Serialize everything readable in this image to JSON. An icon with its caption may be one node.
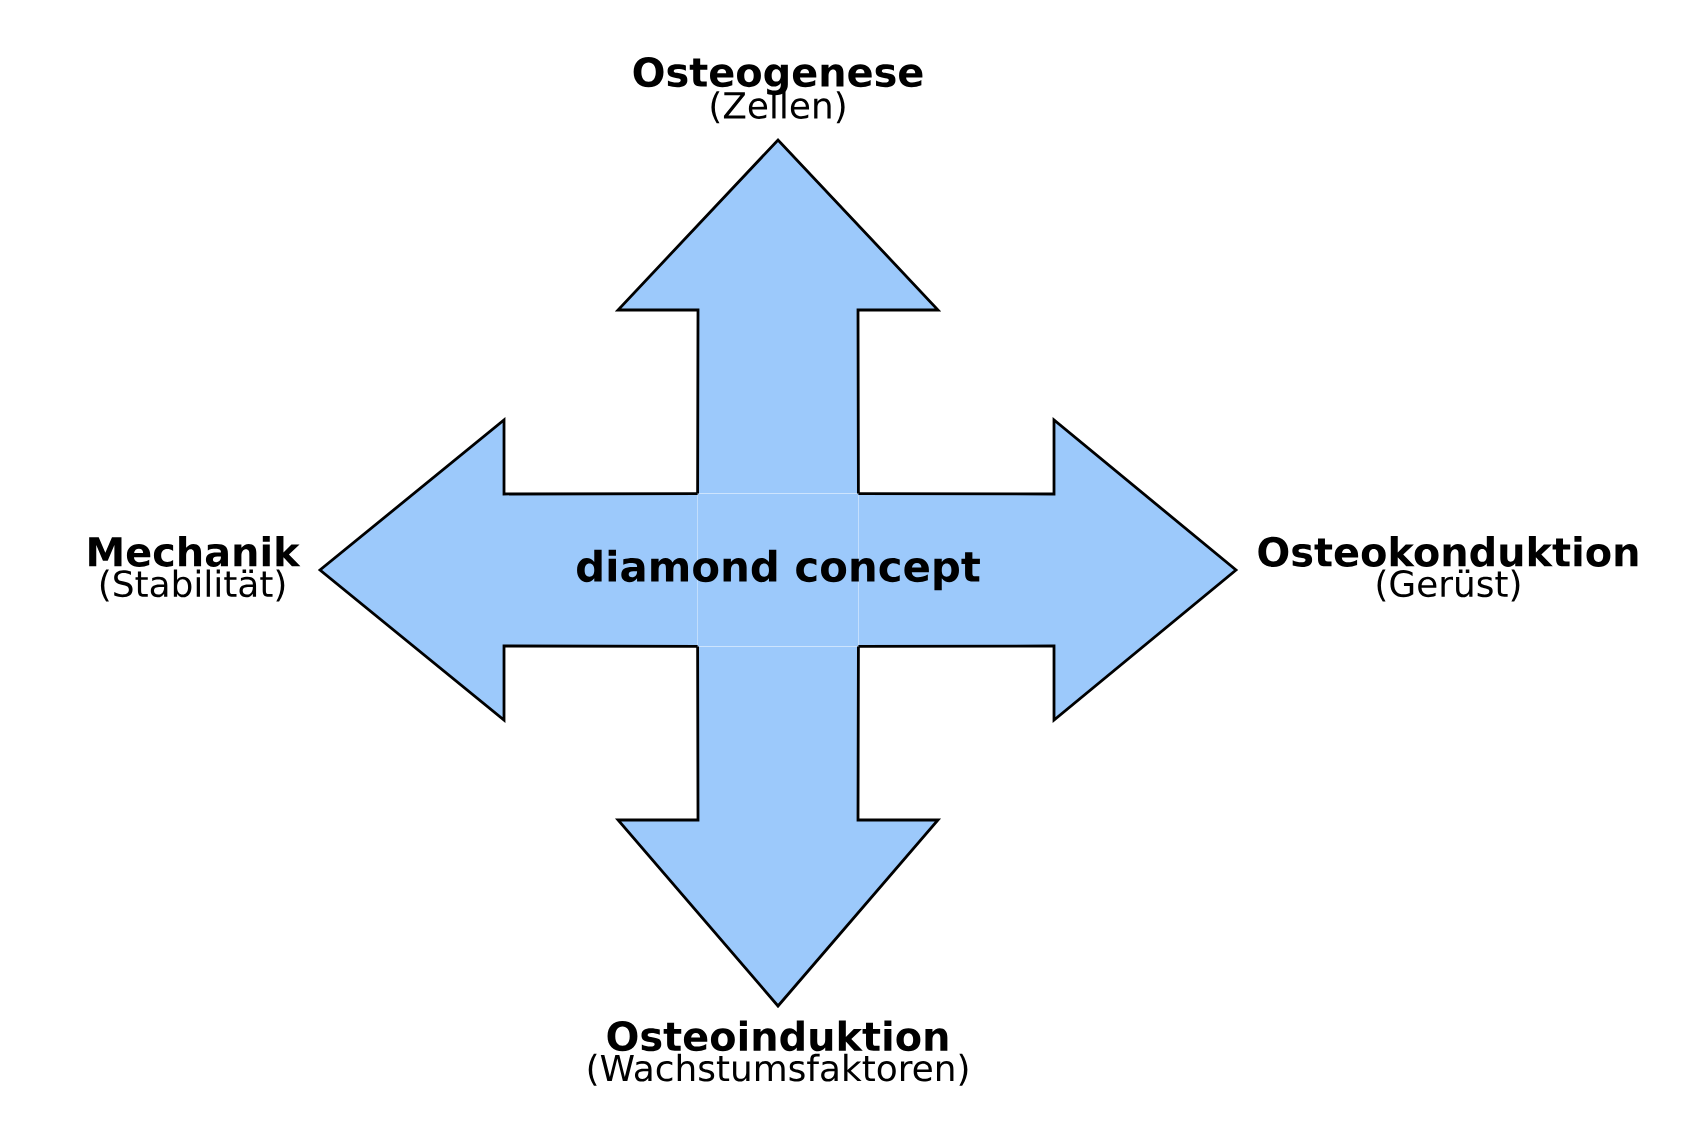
{
  "diagram": {
    "nodes": [
      {
        "text": [
          "diamond concept"
        ]
      },
      {
        "text": [
          "Osteogenese",
          "(Zellen)"
        ]
      },
      {
        "text": [
          "Mechanik",
          "(Stabilität)"
        ]
      },
      {
        "text": [
          "Osteokonduktion",
          "(Gerüst)"
        ]
      },
      {
        "text": [
          "Osteoinduktion",
          "(Wachstumsfaktoren)"
        ]
      }
    ],
    "edges": [
      {
        "from": 0,
        "to": 1,
        "arrow": "to"
      },
      {
        "from": 0,
        "to": 2,
        "arrow": "to"
      },
      {
        "from": 0,
        "to": 3,
        "arrow": "to"
      },
      {
        "from": 0,
        "to": 4,
        "arrow": "to"
      }
    ]
  }
}
